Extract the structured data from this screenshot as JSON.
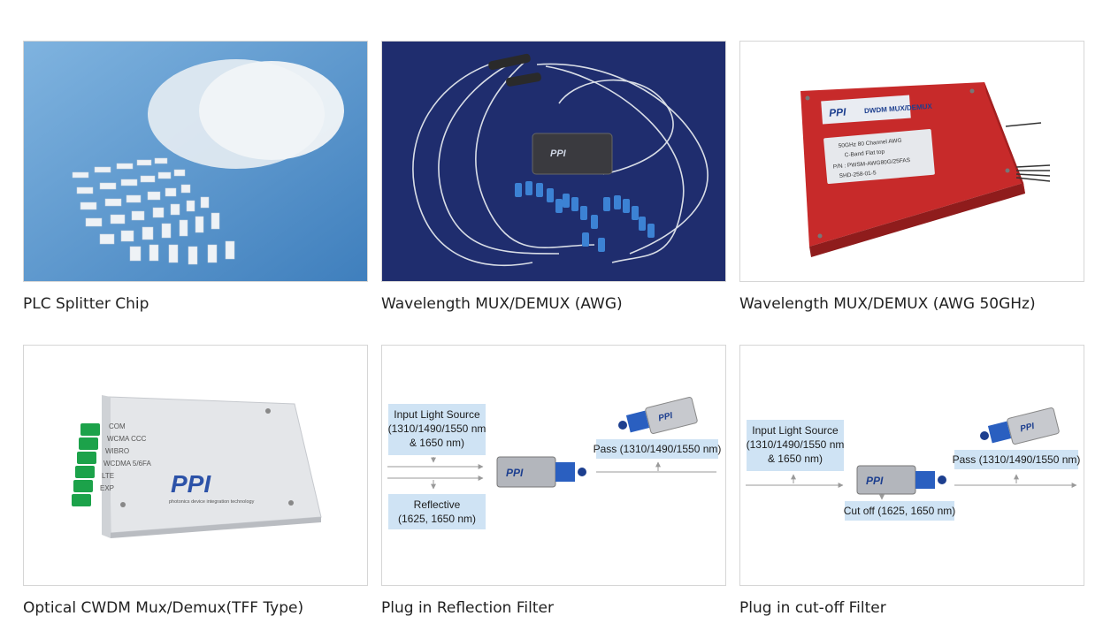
{
  "products": [
    {
      "caption": "PLC Splitter Chip"
    },
    {
      "caption": "Wavelength MUX/DEMUX (AWG)"
    },
    {
      "caption": "Wavelength MUX/DEMUX (AWG 50GHz)"
    },
    {
      "caption": "Optical CWDM Mux/Demux(TFF Type)"
    },
    {
      "caption": "Plug in Reflection Filter"
    },
    {
      "caption": "Plug in cut-off Filter"
    }
  ],
  "brand": {
    "logo": "PPI",
    "label_awg_header": "DWDM MUX/DEMUX"
  },
  "awg50": {
    "line1": "50GHz 80 Channel AWG",
    "line2": "C-Band Flat top",
    "line3": "P/N : PWSM-AWG80G/25FAS",
    "line4": "SHD-258-01-5"
  },
  "cwdm": {
    "ports": [
      "COM",
      "WCMA CCC",
      "WIBRO",
      "WCDMA 5/6FA",
      "LTE",
      "EXP"
    ],
    "tagline": "photonics device integration technology"
  },
  "reflection": {
    "input_l1": "Input Light Source",
    "input_l2": "(1310/1490/1550 nm",
    "input_l3": "& 1650 nm)",
    "pass": "Pass (1310/1490/1550 nm)",
    "reflect_l1": "Reflective",
    "reflect_l2": "(1625, 1650 nm)"
  },
  "cutoff": {
    "input_l1": "Input Light Source",
    "input_l2": "(1310/1490/1550 nm",
    "input_l3": "& 1650 nm)",
    "pass": "Pass (1310/1490/1550 nm)",
    "cut": "Cut off (1625, 1650 nm)"
  },
  "colors": {
    "chip_bg": "#4f8fc6",
    "awg_bg": "#1f2d6e",
    "awg50_red": "#cc2a2a",
    "label_blue": "#cfe3f4",
    "connector_blue": "#1d5fbf",
    "cwdm_green": "#1ca24a"
  }
}
